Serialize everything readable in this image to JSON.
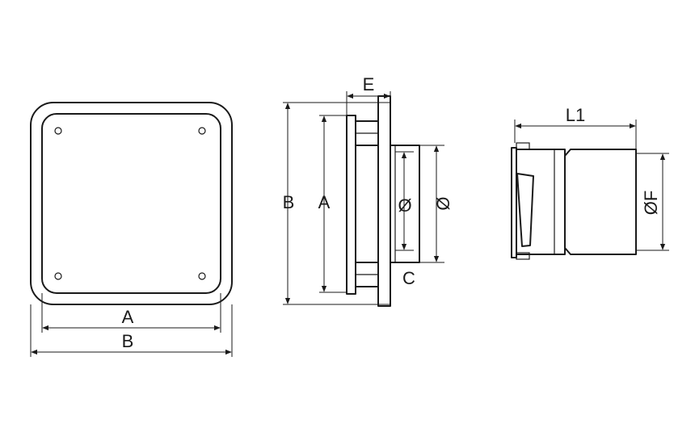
{
  "views": {
    "front": {
      "labels": {
        "inner_width": "A",
        "outer_width": "B"
      }
    },
    "side": {
      "labels": {
        "outer_height": "B",
        "inner_height": "A",
        "depth": "E",
        "inner_diameter": "Ø",
        "outer_diameter": "Ø",
        "spigot": "C"
      }
    },
    "valve": {
      "labels": {
        "length": "L1",
        "diameter": "ØF"
      }
    }
  }
}
